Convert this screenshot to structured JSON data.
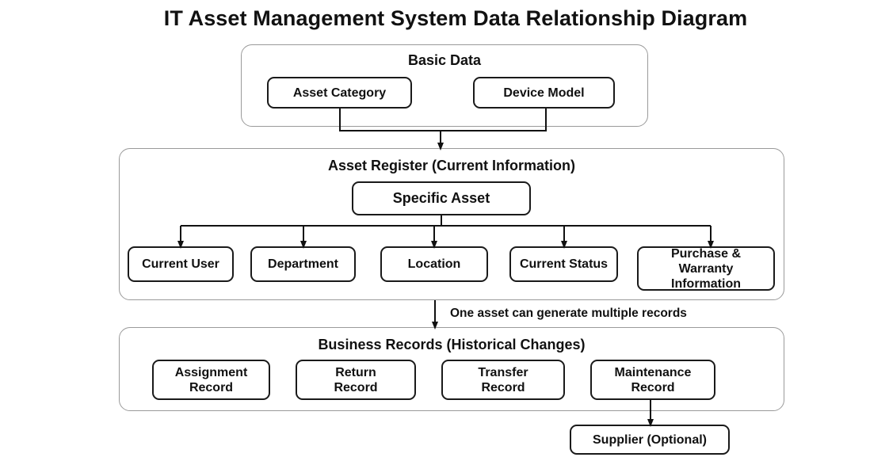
{
  "title": "IT Asset Management System Data Relationship Diagram",
  "groups": {
    "basic": {
      "title": "Basic Data",
      "nodes": [
        "Asset Category",
        "Device Model"
      ]
    },
    "register": {
      "title": "Asset Register (Current Information)",
      "main_node": "Specific Asset",
      "nodes": [
        "Current User",
        "Department",
        "Location",
        "Current Status",
        "Purchase & Warranty Information"
      ]
    },
    "records": {
      "title": "Business Records (Historical Changes)",
      "nodes": [
        "Assignment Record",
        "Return Record",
        "Transfer Record",
        "Maintenance Record"
      ]
    }
  },
  "edge_note": "One asset can generate multiple records",
  "supplier": "Supplier (Optional)",
  "colors": {
    "line": "#111111",
    "group_border": "#9a9a9a",
    "background": "#ffffff"
  }
}
